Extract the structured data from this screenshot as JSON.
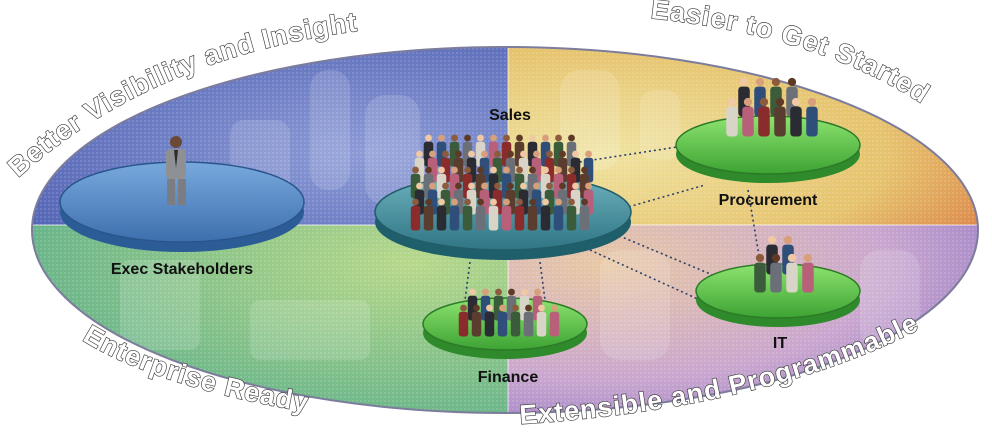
{
  "corner_labels": {
    "top_left": "Better Visibility and Insight",
    "top_right": "Easier to Get Started",
    "bottom_left": "Enterprise Ready",
    "bottom_right": "Extensible and Programmable"
  },
  "groups": {
    "exec": "Exec Stakeholders",
    "sales": "Sales",
    "procurement": "Procurement",
    "it": "IT",
    "finance": "Finance"
  },
  "colors": {
    "quadrant_top_left": "#6f82c8",
    "quadrant_top_right": "#e3cf79",
    "quadrant_bottom_left": "#7fbf86",
    "quadrant_bottom_right": "#c9a6cf",
    "platform_blue": "#4f86c4",
    "platform_teal": "#3f8f9a",
    "platform_green": "#58c047"
  }
}
